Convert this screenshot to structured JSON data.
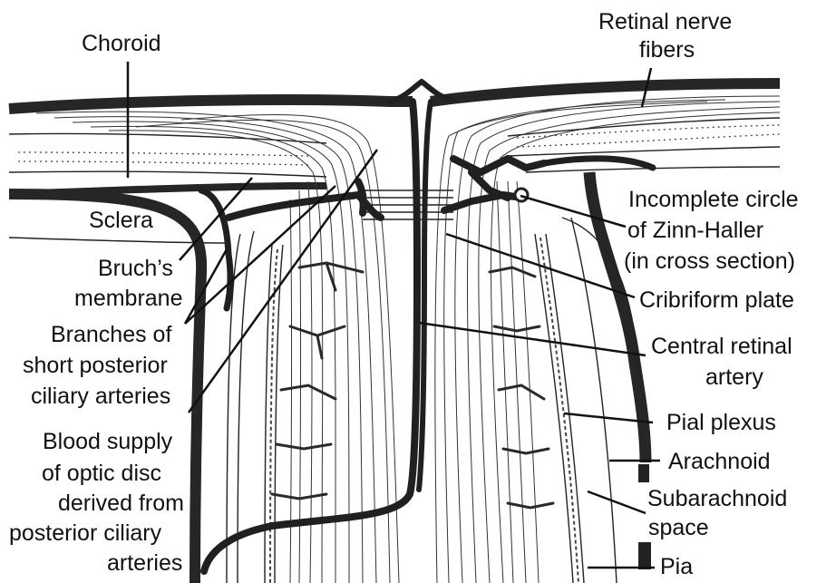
{
  "labels": {
    "choroid": "Choroid",
    "retinal_nerve_fibers_1": "Retinal nerve",
    "retinal_nerve_fibers_2": "fibers",
    "sclera": "Sclera",
    "bruchs_1": "Bruch’s",
    "bruchs_2": "membrane",
    "branches_1": "Branches of",
    "branches_2": "short posterior",
    "branches_3": "ciliary arteries",
    "blood_1": "Blood supply",
    "blood_2": "of optic disc",
    "blood_3": "derived from",
    "blood_4": "posterior ciliary",
    "blood_5": "arteries",
    "zinn_1": "Incomplete circle",
    "zinn_2": "of Zinn-Haller",
    "zinn_3": "(in cross section)",
    "cribriform": "Cribriform plate",
    "central_1": "Central retinal",
    "central_2": "artery",
    "pial_plexus": "Pial plexus",
    "arachnoid": "Arachnoid",
    "subarachnoid_1": "Subarachnoid",
    "subarachnoid_2": "space",
    "pia": "Pia"
  }
}
